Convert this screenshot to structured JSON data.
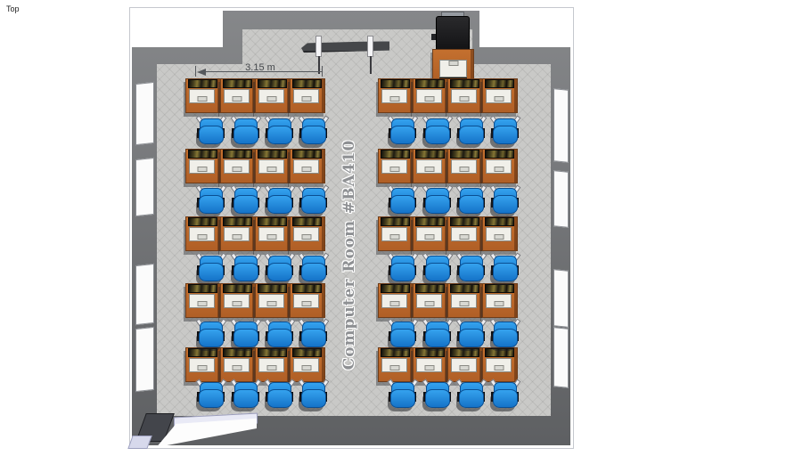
{
  "viewport": {
    "view_label": "Top"
  },
  "annotations": {
    "dimension_label": "3.15 m",
    "room_label": "Computer Room #BA410"
  },
  "room": {
    "name": "Computer Room #BA410",
    "sections": [
      {
        "id": "left",
        "desk_rows": 5,
        "desks_per_row": 4,
        "chair_rows": 5,
        "chairs_per_row": 4
      },
      {
        "id": "right",
        "desk_rows": 5,
        "desks_per_row": 4,
        "chair_rows": 5,
        "chairs_per_row": 4
      }
    ],
    "teacher_station": {
      "desks": 1,
      "chairs": 1,
      "position": "top-right-of-alcove"
    },
    "windows": {
      "left_wall": 4,
      "right_wall": 4
    },
    "door": {
      "position": "bottom-left",
      "state": "open"
    },
    "projection_screen": {
      "present": true,
      "position": "top-center"
    }
  },
  "colors": {
    "background": "#ffffff",
    "floor": "#c9c9c7",
    "wall": "#6b6d70",
    "desk": "#c4702f",
    "desk_side": "#8e4e22",
    "chair": "#35a2ee",
    "chair_dark": "#1573c8",
    "teacher_chair": "#121214",
    "screen": "#45474a",
    "window": "#fbfbfb",
    "door": "#fdfdfd",
    "threshold": "#e9eaf6",
    "room_label_text": "#8e9093",
    "dimension_text": "#45484c"
  }
}
